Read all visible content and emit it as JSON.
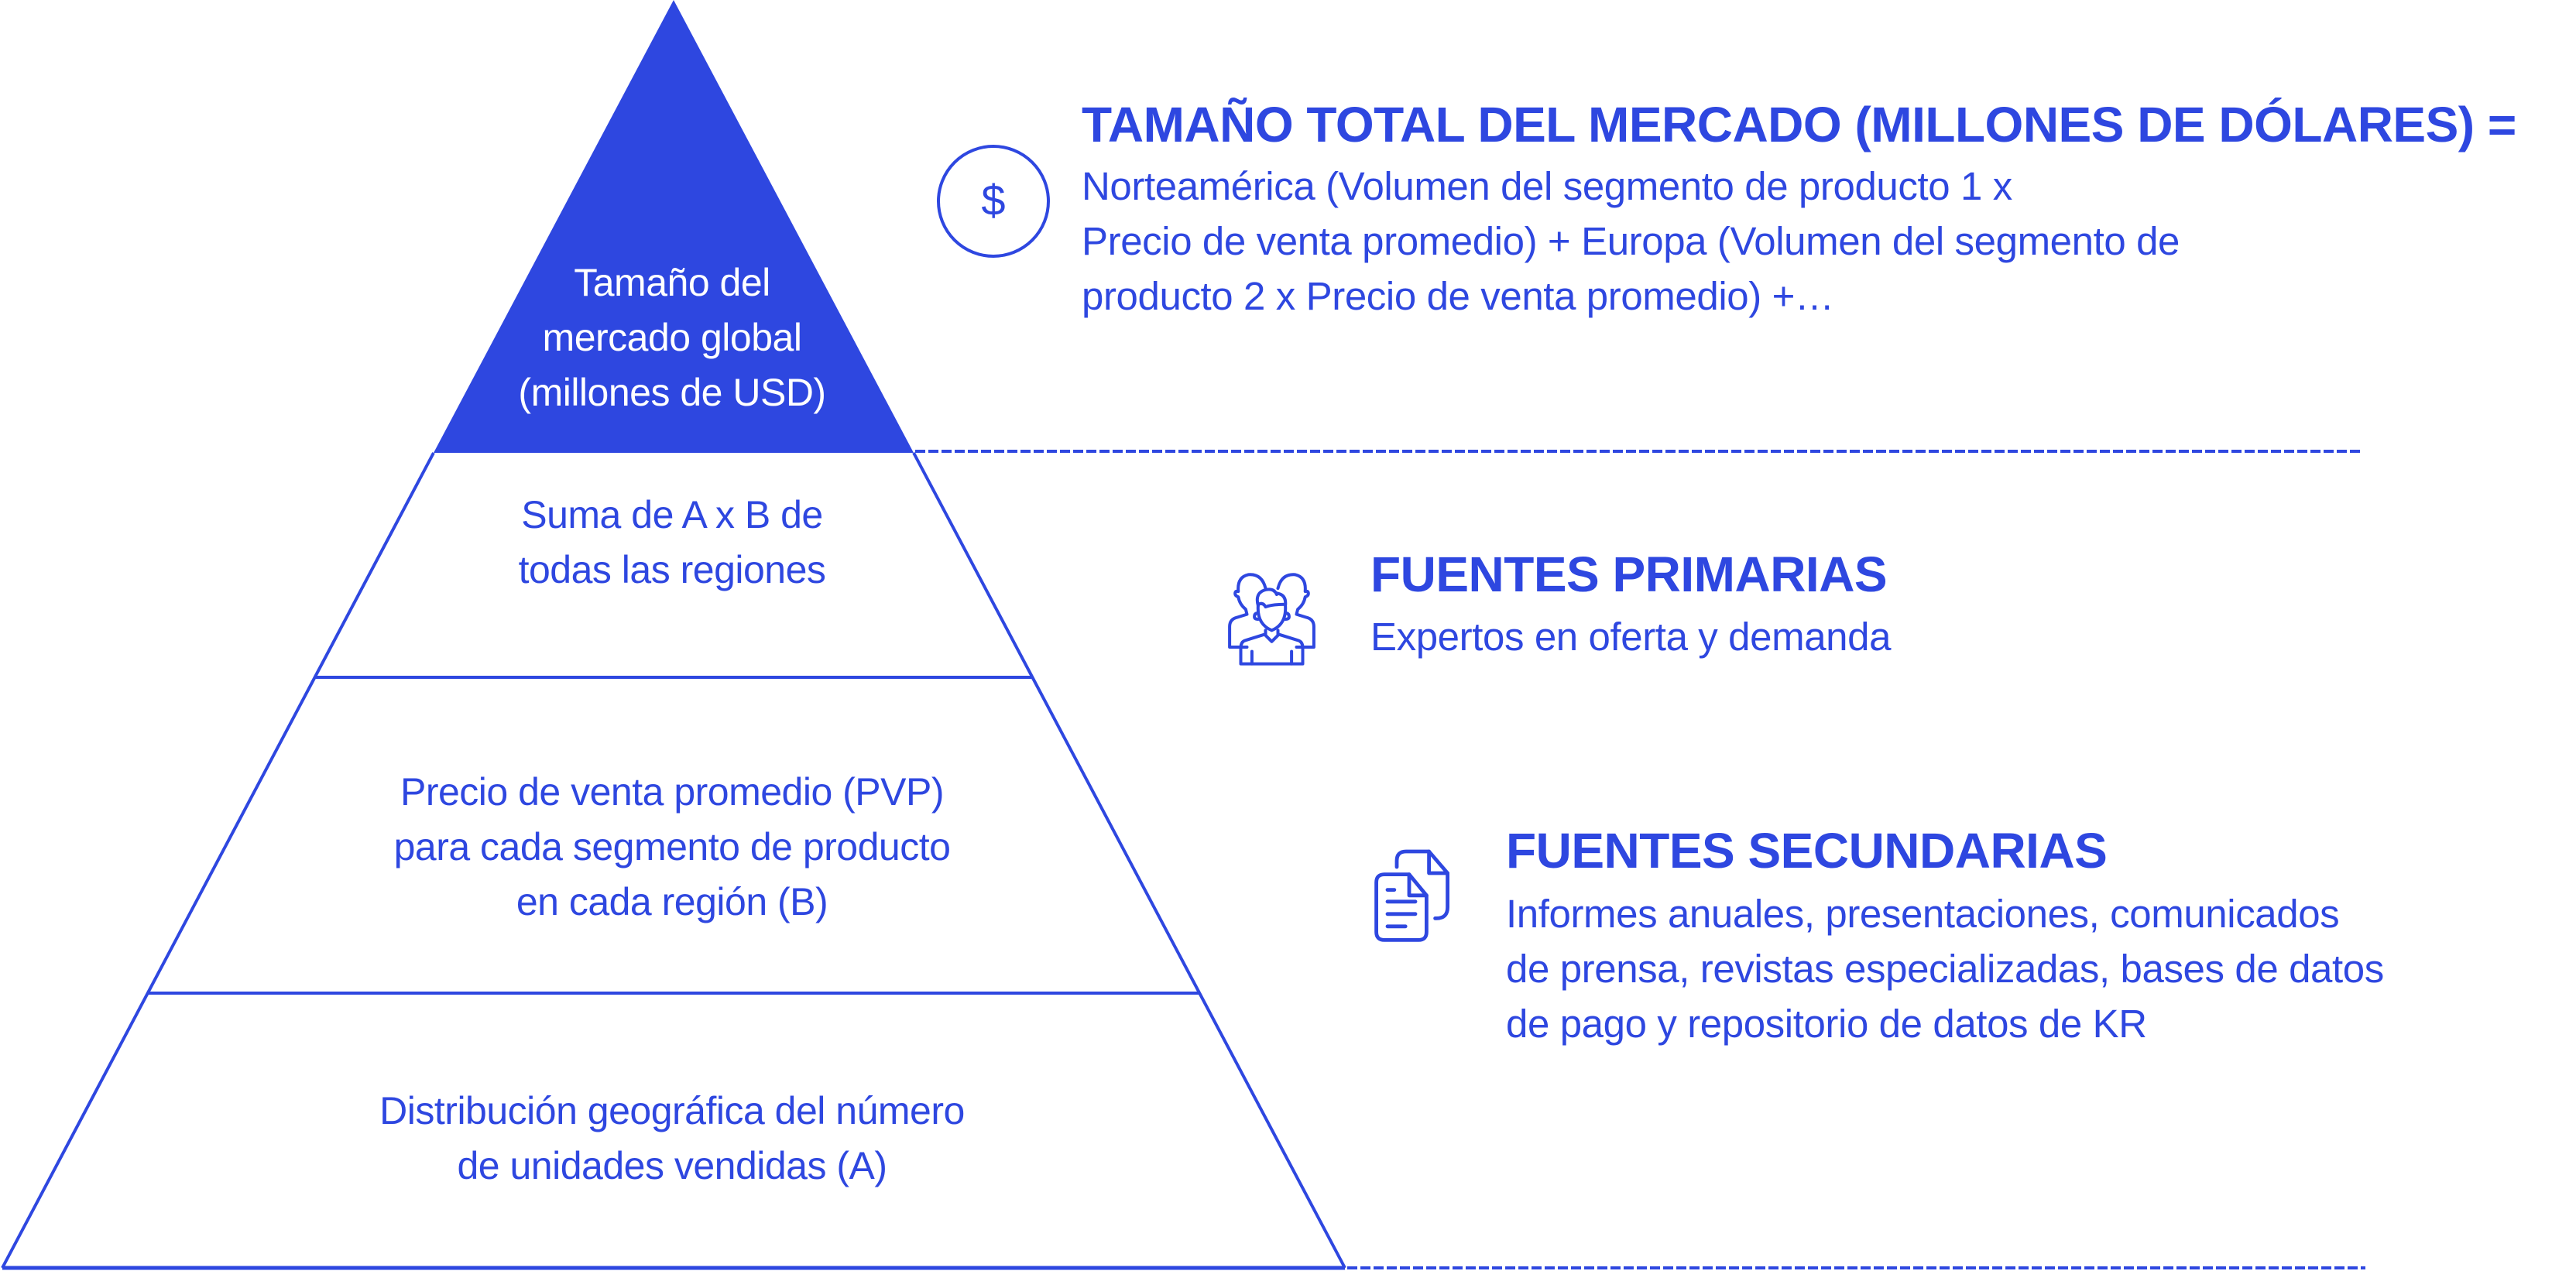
{
  "colors": {
    "accent": "#2e47e0",
    "text_on_accent": "#ffffff",
    "background": "#ffffff"
  },
  "pyramid": {
    "tiers": [
      {
        "id": "top",
        "filled": true,
        "lines": [
          "Tamaño del",
          "mercado global",
          "(millones de USD)"
        ]
      },
      {
        "id": "sum",
        "filled": false,
        "lines": [
          "Suma de A x B de",
          "todas las regiones"
        ]
      },
      {
        "id": "asp",
        "filled": false,
        "lines": [
          "Precio de venta promedio (PVP)",
          "para cada segmento de producto",
          "en cada región (B)"
        ]
      },
      {
        "id": "units",
        "filled": false,
        "lines": [
          "Distribución geográfica del número",
          "de unidades vendidas (A)"
        ]
      }
    ]
  },
  "market_total": {
    "icon": "dollar-circle-icon",
    "icon_glyph": "$",
    "title": "TAMAÑO TOTAL DEL MERCADO (MILLONES DE DÓLARES) =",
    "lines": [
      "Norteamérica (Volumen del segmento de producto 1 x",
      "Precio de venta promedio) + Europa (Volumen del segmento de",
      "producto 2 x Precio de venta promedio) +…"
    ]
  },
  "primary_sources": {
    "icon": "people-group-icon",
    "title": "FUENTES PRIMARIAS",
    "lines": [
      "Expertos en oferta y demanda"
    ]
  },
  "secondary_sources": {
    "icon": "documents-icon",
    "title": "FUENTES SECUNDARIAS",
    "lines": [
      "Informes anuales, presentaciones, comunicados",
      "de prensa, revistas especializadas, bases de datos",
      "de pago y repositorio de datos de KR"
    ]
  }
}
